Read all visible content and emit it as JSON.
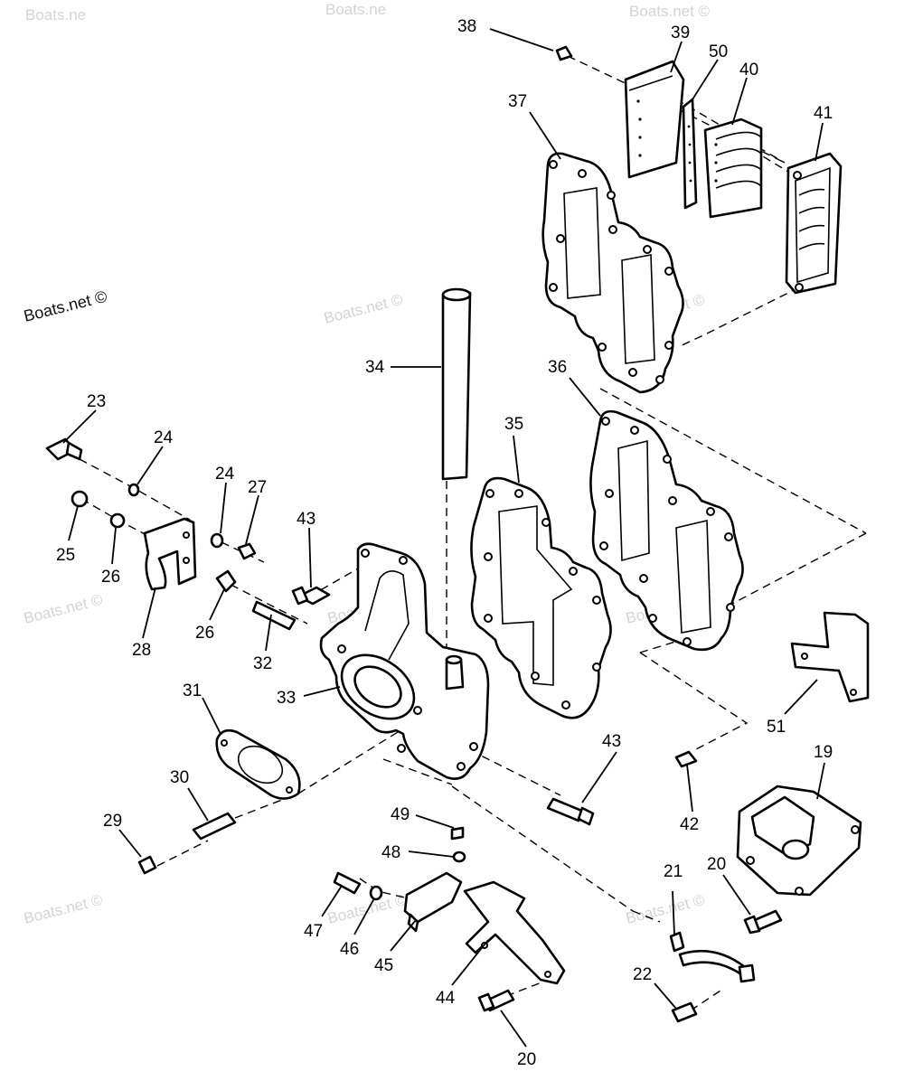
{
  "watermarks": {
    "primary": "Boats.net ©",
    "faded": [
      "Boats.ne",
      "Boats.ne",
      "Boats.net ©",
      "Boats.net ©",
      "Boats.net ©",
      "Boats.net ©",
      "Boats.net ©",
      "Boats.net ©",
      "Boats.net ©",
      "Boats.net ©",
      "Boats.net ©"
    ]
  },
  "callouts": [
    "38",
    "39",
    "50",
    "40",
    "37",
    "41",
    "34",
    "36",
    "35",
    "23",
    "24",
    "24",
    "27",
    "43",
    "25",
    "26",
    "28",
    "26",
    "32",
    "31",
    "33",
    "51",
    "43",
    "19",
    "30",
    "29",
    "49",
    "48",
    "42",
    "21",
    "20",
    "47",
    "46",
    "45",
    "44",
    "22",
    "20"
  ],
  "colors": {
    "line": "#000000",
    "background": "#ffffff",
    "watermark": "#d4d4d4"
  }
}
